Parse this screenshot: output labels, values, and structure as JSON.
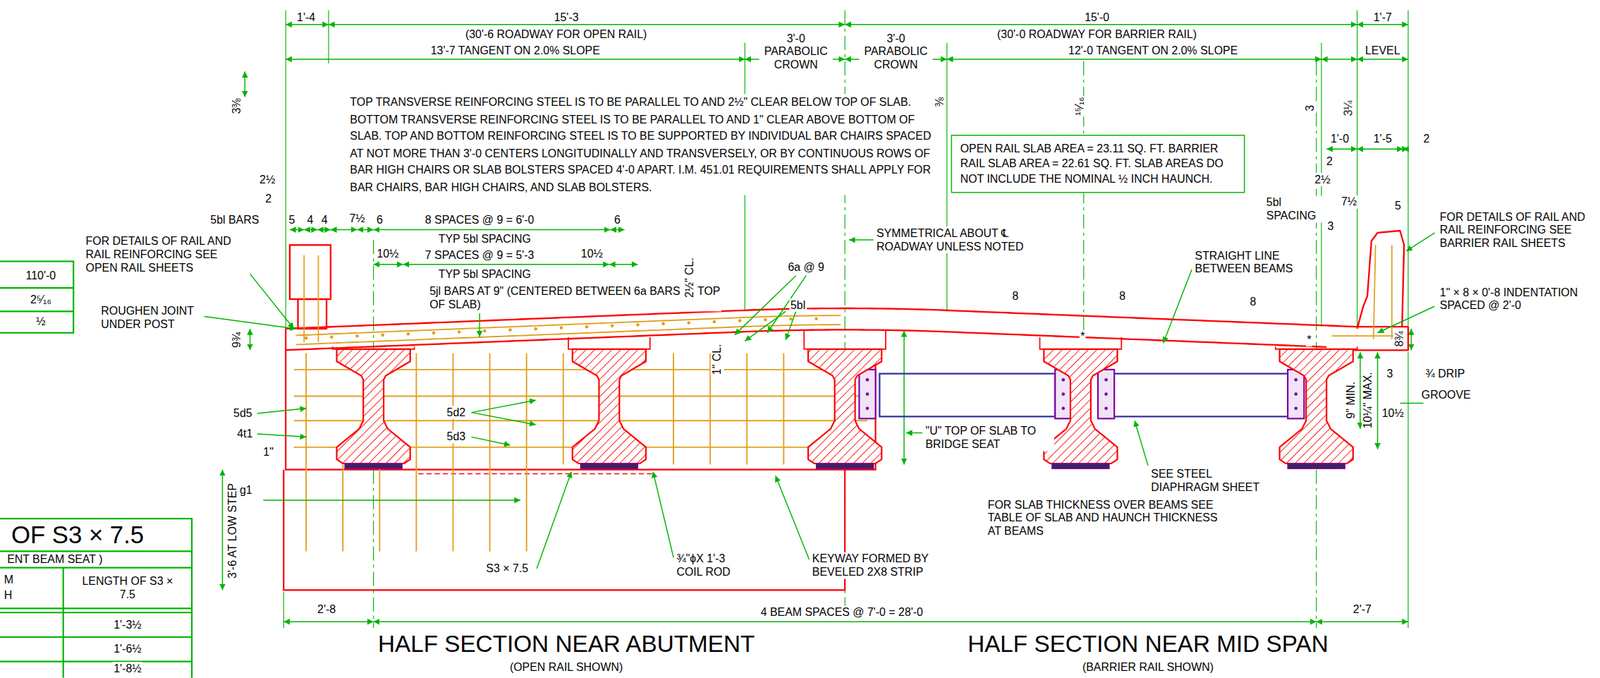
{
  "diagram": {
    "nodes": [
      {
        "text": [
          "OPEN RAIL SLAB AREA = 23.11 SQ. FT. BARRIER RAIL SLAB AREA = 22.61 SQ. FT. SLAB AREAS DO NOT INCLUDE THE NOMINAL ½ INCH HAUNCH."
        ]
      }
    ],
    "labels": [
      "1'-4",
      "15'-3",
      "(30'-6 ROADWAY FOR OPEN RAIL)",
      "13'-7 TANGENT ON 2.0% SLOPE",
      "3'-0 PARABOLIC CROWN",
      "3'-0 PARABOLIC CROWN",
      "15'-0",
      "(30'-0 ROADWAY FOR BARRIER RAIL)",
      "12'-0 TANGENT ON 2.0% SLOPE",
      "1'-7",
      "LEVEL",
      "3⅜",
      "⅜",
      "¹⁵⁄₁₆",
      "3",
      "3¼",
      "TOP TRANSVERSE REINFORCING STEEL IS TO BE PARALLEL TO AND 2½\" CLEAR BELOW TOP OF SLAB. BOTTOM TRANSVERSE REINFORCING STEEL IS TO BE PARALLEL TO AND 1\" CLEAR ABOVE BOTTOM OF SLAB. TOP AND BOTTOM REINFORCING STEEL IS TO BE SUPPORTED BY INDIVIDUAL BAR CHAIRS SPACED AT NOT MORE THAN 3'-0 CENTERS LONGITUDINALLY AND TRANSVERSELY, OR BY CONTINUOUS ROWS OF BAR HIGH CHAIRS OR SLAB BOLSTERS SPACED 4'-0 APART. I.M. 451.01 REQUIREMENTS SHALL APPLY FOR BAR CHAIRS, BAR HIGH CHAIRS, AND SLAB BOLSTERS.",
      "SYMMETRICAL ABOUT ℄ ROADWAY UNLESS NOTED",
      "2½",
      "2",
      "5bl BARS",
      "5",
      "4",
      "4",
      "7½",
      "6",
      "8 SPACES @ 9 = 6'-0",
      "6",
      "TYP 5bl SPACING",
      "10½",
      "7 SPACES @ 9 = 5'-3",
      "10½",
      "TYP 5bl SPACING",
      "5jl BARS AT 9\" (CENTERED BETWEEN 6a BARS IN TOP OF SLAB)",
      "6a @ 9",
      "5bl",
      "2½\" CL.",
      "1\" CL.",
      "FOR DETAILS OF RAIL AND RAIL REINFORCING SEE OPEN RAIL SHEETS",
      "ROUGHEN JOINT UNDER POST",
      "9¾",
      "5d5",
      "4t1",
      "1\"",
      "8g1",
      "3'-6 AT LOW STEP",
      "5d2",
      "5d3",
      "S3 × 7.5",
      "¾\"ϕX 1'-3 COIL ROD",
      "KEYWAY FORMED BY BEVELED 2X8 STRIP",
      "\"U\" TOP OF SLAB TO BRIDGE SEAT",
      "SEE STEEL DIAPHRAGM SHEET",
      "FOR SLAB THICKNESS OVER BEAMS SEE TABLE OF SLAB AND HAUNCH THICKNESS AT BEAMS",
      "STRAIGHT LINE BETWEEN BEAMS",
      "8",
      "8",
      "8",
      "*",
      "*",
      "1'-0",
      "1'-5",
      "2",
      "2",
      "2½",
      "7½",
      "5",
      "5bl SPACING",
      "3",
      "FOR DETAILS OF RAIL AND RAIL REINFORCING SEE BARRIER RAIL SHEETS",
      "1\" × 8 × 0'-8 INDENTATION SPACED @ 2'-0",
      "8¾",
      "3",
      "¾ DRIP",
      "GROOVE",
      "9\" MIN.",
      "10¼\" MAX.",
      "10½",
      "2'-8",
      "4 BEAM SPACES @ 7'-0 = 28'-0",
      "2'-7",
      "HALF SECTION NEAR ABUTMENT",
      "(OPEN RAIL SHOWN)",
      "HALF SECTION NEAR MID SPAN",
      "(BARRIER RAIL SHOWN)",
      "110'-0",
      "2⁵⁄₁₆",
      "½",
      "OF S3 × 7.5",
      "ENT BEAM SEAT )",
      "M",
      "H",
      "LENGTH OF S3 × 7.5",
      "1'-3½",
      "1'-6½",
      "1'-8½"
    ]
  }
}
